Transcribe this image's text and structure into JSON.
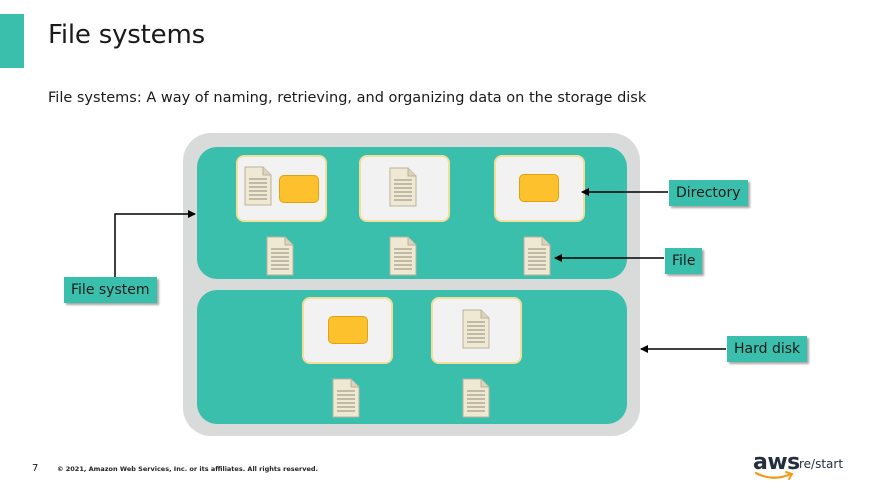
{
  "slide": {
    "title": "File systems",
    "subtitle": "File systems: A way of naming, retrieving, and organizing data on the storage disk"
  },
  "diagram": {
    "labels": {
      "directory": "Directory",
      "file": "File",
      "hard_disk": "Hard disk",
      "file_system": "File system"
    },
    "colors": {
      "accent": "#3bbfad",
      "disk_outer": "#d9dbdb",
      "folder": "#fcc12d",
      "directory_box": "#f2f2f2"
    }
  },
  "footer": {
    "page_number": "7",
    "copyright": "© 2021, Amazon Web Services, Inc. or its affiliates. All rights reserved.",
    "logo_brand": "aws",
    "logo_product": "re/start"
  }
}
